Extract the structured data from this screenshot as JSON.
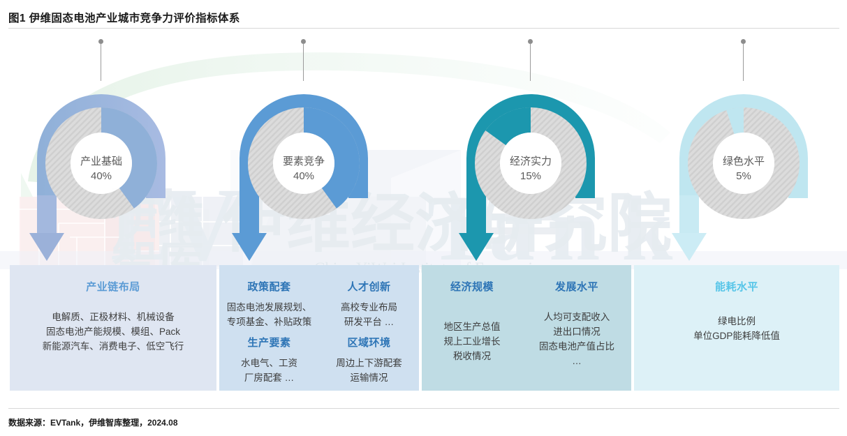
{
  "title": "图1 伊维固态电池产业城市竞争力评价指标体系",
  "footer": "数据来源：EVTank，伊维智库整理，2024.08",
  "watermark": {
    "cn_big": "伊维经济研究院",
    "cn_small_left": "伊维",
    "cn_small_left2": "智库",
    "en_line": "China YiWei Institute of Economics",
    "logo_letters": "EVTank"
  },
  "colors": {
    "pillar1": "#8FB0D8",
    "pillar1_alt": "#A8B9E0",
    "pillar2": "#5B9BD5",
    "pillar3": "#1C97AE",
    "pillar4": "#BFE6F0",
    "ring_gray": "#D9D9D9",
    "card1_head": "#5B9BD5",
    "card2_head": "#2E75B6",
    "card3_head": "#2E75B6",
    "card4_head": "#56C5E8",
    "title_text": "#1a1a1a"
  },
  "pillars": [
    {
      "name": "产业基础",
      "pct": "40%",
      "percent_value": 40,
      "color": "#8FB0D8",
      "has_arrow": true
    },
    {
      "name": "要素竞争",
      "pct": "40%",
      "percent_value": 40,
      "color": "#5B9BD5",
      "has_arrow": true
    },
    {
      "name": "经济实力",
      "pct": "15%",
      "percent_value": 15,
      "color": "#1C97AE",
      "has_arrow": true
    },
    {
      "name": "绿色水平",
      "pct": "5%",
      "percent_value": 5,
      "color": "#BFE6F0",
      "has_arrow": true
    }
  ],
  "cards": [
    {
      "bg": "#dfe6f2",
      "columns": [
        {
          "heading": "产业链布局",
          "heading_color": "#5B9BD5",
          "body": "电解质、正极材料、机械设备\n固态电池产能规模、模组、Pack\n新能源汽车、消费电子、低空飞行"
        }
      ]
    },
    {
      "bg": "#cfe0f0",
      "columns": [
        {
          "heading": "政策配套",
          "heading_color": "#2E75B6",
          "body": "固态电池发展规划、\n专项基金、补贴政策",
          "heading2": "生产要素",
          "body2": "水电气、工资\n厂房配套 …"
        },
        {
          "heading": "人才创新",
          "heading_color": "#2E75B6",
          "body": "高校专业布局\n研发平台 …",
          "heading2": "区域环境",
          "body2": "周边上下游配套\n运输情况"
        }
      ]
    },
    {
      "bg": "#bfdce4",
      "columns": [
        {
          "heading": "经济规模",
          "heading_color": "#2E75B6",
          "body": "地区生产总值\n规上工业增长\n税收情况"
        },
        {
          "heading": "发展水平",
          "heading_color": "#2E75B6",
          "body": "人均可支配收入\n进出口情况\n固态电池产值占比\n…"
        }
      ]
    },
    {
      "bg": "#ddf1f7",
      "columns": [
        {
          "heading": "能耗水平",
          "heading_color": "#56C5E8",
          "body": "绿电比例\n单位GDP能耗降低值"
        }
      ]
    }
  ]
}
